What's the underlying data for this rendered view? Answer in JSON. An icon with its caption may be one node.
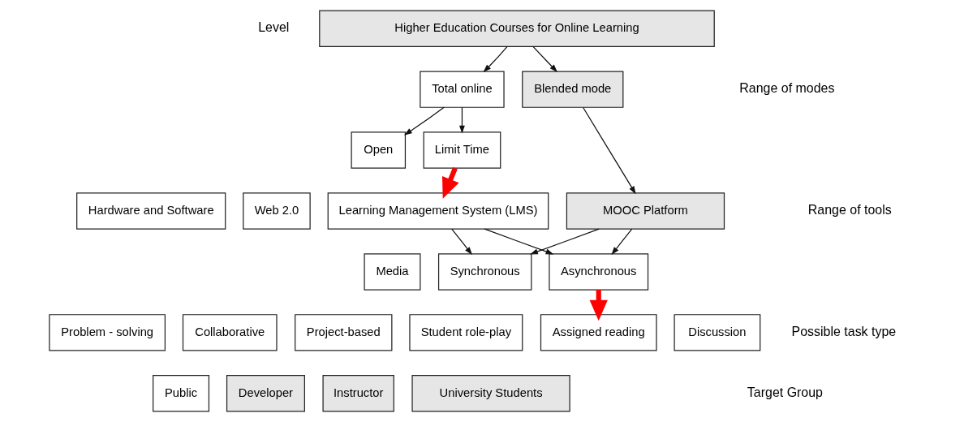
{
  "diagram": {
    "nodes": [
      {
        "text": [
          "Higher Education Courses for Online Learning"
        ]
      },
      {
        "text": [
          "Total online"
        ]
      },
      {
        "text": [
          "Blended mode"
        ]
      },
      {
        "text": [
          "Open"
        ]
      },
      {
        "text": [
          "Limit Time"
        ]
      },
      {
        "text": [
          "Hardware and Software"
        ]
      },
      {
        "text": [
          "Web 2.0"
        ]
      },
      {
        "text": [
          "Media"
        ]
      },
      {
        "text": [
          "Learning Management System (LMS)"
        ]
      },
      {
        "text": [
          "MOOC Platform"
        ]
      },
      {
        "text": [
          "Synchronous"
        ]
      },
      {
        "text": [
          "Asynchronous"
        ]
      },
      {
        "text": [
          "Problem - solving"
        ]
      },
      {
        "text": [
          "Collaborative"
        ]
      },
      {
        "text": [
          "Project-based"
        ]
      },
      {
        "text": [
          "Student role-play"
        ]
      },
      {
        "text": [
          "Assigned reading"
        ]
      },
      {
        "text": [
          "Discussion"
        ]
      },
      {
        "text": [
          "Public"
        ]
      },
      {
        "text": [
          "Developer"
        ]
      },
      {
        "text": [
          "Instructor"
        ]
      },
      {
        "text": [
          "University Students"
        ]
      }
    ],
    "edges": [
      {
        "from": 0,
        "to": 1,
        "arrow": "to"
      },
      {
        "from": 0,
        "to": 2,
        "arrow": "to"
      },
      {
        "from": 1,
        "to": 3,
        "arrow": "to"
      },
      {
        "from": 1,
        "to": 4,
        "arrow": "to"
      },
      {
        "from": 4,
        "to": 8,
        "arrow": "to",
        "style": "thick",
        "color": "#ff0000"
      },
      {
        "from": 2,
        "to": 9,
        "arrow": "to"
      },
      {
        "from": 8,
        "to": 10,
        "arrow": "to"
      },
      {
        "from": 8,
        "to": 11,
        "arrow": "to"
      },
      {
        "from": 9,
        "to": 10,
        "arrow": "to"
      },
      {
        "from": 9,
        "to": 11,
        "arrow": "to"
      },
      {
        "from": 11,
        "to": 16,
        "arrow": "to",
        "style": "thick",
        "color": "#ff0000"
      }
    ],
    "labels": [
      "Level",
      "Range of modes",
      "Range of tools",
      "Possible task type",
      "Target Group"
    ]
  }
}
